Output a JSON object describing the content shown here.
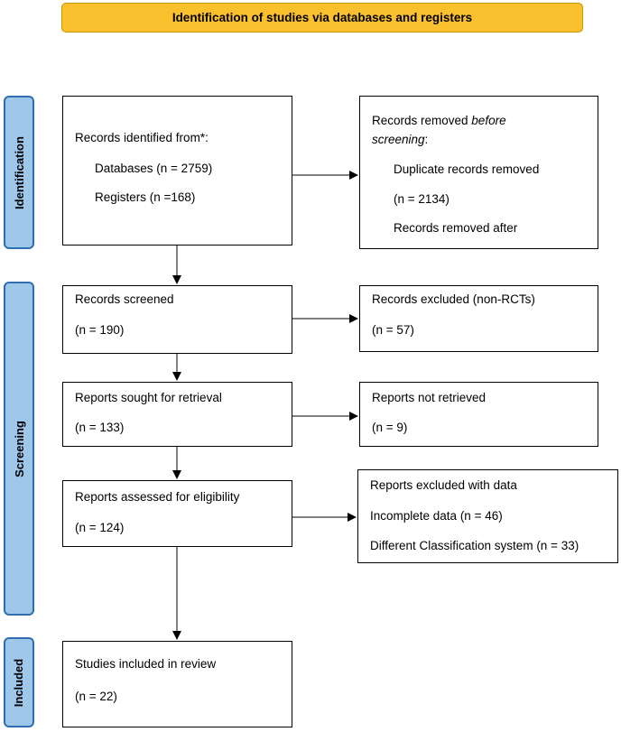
{
  "header": {
    "title": "Identification of studies via databases and registers"
  },
  "phases": {
    "identification": "Identification",
    "screening": "Screening",
    "included": "Included"
  },
  "boxes": {
    "records_identified": {
      "title": "Records identified from*:",
      "databases": "Databases (n = 2759)",
      "registers": "Registers (n =168)"
    },
    "records_removed": {
      "title_prefix": "Records removed ",
      "title_italic": "before",
      "title_line2_italic": "screening",
      "title_line2_suffix": ":",
      "duplicates": "Duplicate records removed",
      "duplicates_n": "(n = 2134)",
      "removed_after": "Records removed after"
    },
    "records_screened": {
      "title": "Records screened",
      "n": "(n = 190)"
    },
    "records_excluded": {
      "title": "Records excluded (non-RCTs)",
      "n": "(n = 57)"
    },
    "reports_sought": {
      "title": "Reports sought for retrieval",
      "n": "(n = 133)"
    },
    "reports_not_retrieved": {
      "title": "Reports not retrieved",
      "n": "(n = 9)"
    },
    "reports_assessed": {
      "title": "Reports assessed for eligibility",
      "n": "(n = 124)"
    },
    "reports_excluded": {
      "title": "Reports excluded with data",
      "incomplete": "Incomplete data (n = 46)",
      "different_classification": "Different Classification system (n = 33)"
    },
    "studies_included": {
      "title": "Studies included in review",
      "n": "(n = 22)"
    }
  }
}
